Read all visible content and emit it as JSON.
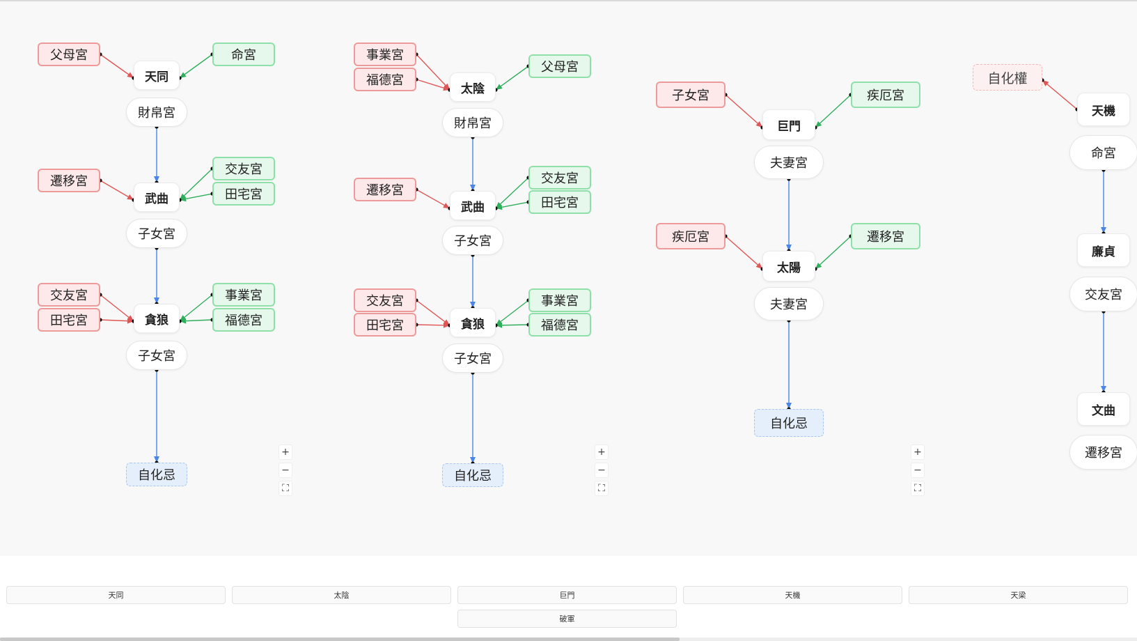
{
  "colors": {
    "red": "#e05555",
    "green": "#2fae5c",
    "blue": "#4a86e8",
    "dot": "#111111"
  },
  "controls": {
    "zoom_in": "+",
    "zoom_out": "−",
    "fit": "⛶"
  },
  "panels": [
    {
      "nodes": {
        "s1": "天同",
        "p1": "財帛宮",
        "s2": "武曲",
        "p2": "子女宮",
        "s3": "貪狼",
        "p3": "子女宮",
        "r1": "父母宮",
        "g1": "命宮",
        "r2": "遷移宮",
        "g2a": "交友宮",
        "g2b": "田宅宮",
        "r3a": "交友宮",
        "r3b": "田宅宮",
        "g3a": "事業宮",
        "g3b": "福德宮",
        "b": "自化忌"
      }
    },
    {
      "nodes": {
        "s1": "太陰",
        "p1": "財帛宮",
        "s2": "武曲",
        "p2": "子女宮",
        "s3": "貪狼",
        "p3": "子女宮",
        "r1a": "事業宮",
        "r1b": "福德宮",
        "g1": "父母宮",
        "r2": "遷移宮",
        "g2a": "交友宮",
        "g2b": "田宅宮",
        "r3a": "交友宮",
        "r3b": "田宅宮",
        "g3a": "事業宮",
        "g3b": "福德宮",
        "b": "自化忌"
      }
    },
    {
      "nodes": {
        "s1": "巨門",
        "p1": "夫妻宮",
        "s2": "太陽",
        "p2": "夫妻宮",
        "r1": "子女宮",
        "g1": "疾厄宮",
        "r2": "疾厄宮",
        "g2": "遷移宮",
        "b": "自化忌"
      }
    },
    {
      "nodes": {
        "s1": "天機",
        "p1": "命宮",
        "s2": "廉貞",
        "p2": "交友宮",
        "s3": "文曲",
        "p3": "遷移宮",
        "r1": "自化權"
      }
    }
  ],
  "tabs": [
    "天同",
    "太陰",
    "巨門",
    "天機",
    "天梁",
    "破軍"
  ]
}
